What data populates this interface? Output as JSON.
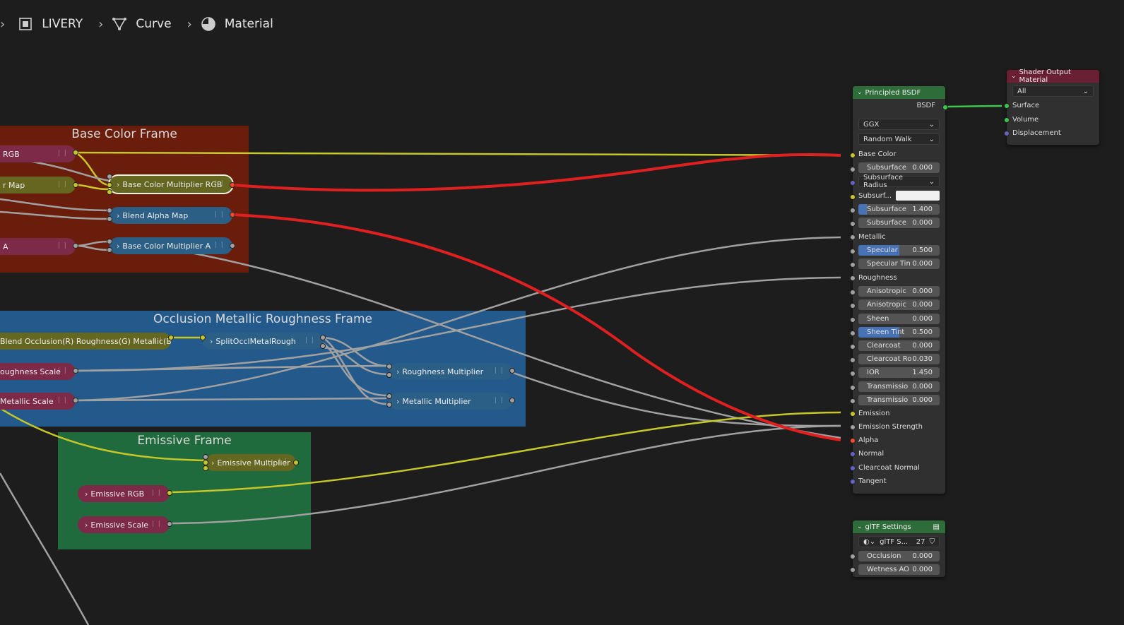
{
  "breadcrumb": {
    "items": [
      {
        "label": "LIVERY",
        "icon": "object-icon"
      },
      {
        "label": "Curve",
        "icon": "curve-icon"
      },
      {
        "label": "Material",
        "icon": "material-icon"
      }
    ]
  },
  "frames": {
    "base": {
      "title": "Base Color Frame"
    },
    "occlusion": {
      "title": "Occlusion Metallic Roughness Frame"
    },
    "emissive": {
      "title": "Emissive Frame"
    }
  },
  "groups": {
    "rgb": "RGB",
    "map": "r Map",
    "a": "A",
    "base_mult_rgb": "Base Color Multiplier RGB",
    "blend_alpha": "Blend Alpha Map",
    "base_mult_a": "Base Color Multiplier A",
    "orm_map": "Blend Occlusion(R) Roughness(G) Metallic(B) Map",
    "split_orm": "SplitOcclMetalRough",
    "roughness_scale": "oughness Scale",
    "metallic_scale": "Metallic Scale",
    "roughness_mult": "Roughness Multiplier",
    "metallic_mult": "Metallic Multiplier",
    "emissive_mult": "Emissive Multiplier",
    "emissive_rgb": "Emissive RGB",
    "emissive_scale": "Emissive Scale"
  },
  "principled": {
    "title": "Principled BSDF",
    "output": "BSDF",
    "distribution": "GGX",
    "subsurface_method": "Random Walk",
    "base_color": "Base Color",
    "subsurface": {
      "label": "Subsurface",
      "value": "0.000"
    },
    "subsurface_radius": "Subsurface Radius",
    "subsurface_color": "Subsurf...",
    "subsurface_ior": {
      "label": "Subsurface",
      "value": "1.400",
      "fill": 0.1
    },
    "subsurface_aniso": {
      "label": "Subsurface",
      "value": "0.000"
    },
    "metallic": "Metallic",
    "specular": {
      "label": "Specular",
      "value": "0.500",
      "fill": 0.5
    },
    "specular_tint": {
      "label": "Specular Tin",
      "value": "0.000"
    },
    "roughness": "Roughness",
    "anisotropic": {
      "label": "Anisotropic",
      "value": "0.000"
    },
    "anisotropic_rot": {
      "label": "Anisotropic",
      "value": "0.000"
    },
    "sheen": {
      "label": "Sheen",
      "value": "0.000"
    },
    "sheen_tint": {
      "label": "Sheen Tint",
      "value": "0.500",
      "fill": 0.5
    },
    "clearcoat": {
      "label": "Clearcoat",
      "value": "0.000"
    },
    "clearcoat_rough": {
      "label": "Clearcoat Ro",
      "value": "0.030"
    },
    "ior": {
      "label": "IOR",
      "value": "1.450"
    },
    "transmission": {
      "label": "Transmissio",
      "value": "0.000"
    },
    "transmission_rough": {
      "label": "Transmissio",
      "value": "0.000"
    },
    "emission": "Emission",
    "emission_strength": "Emission Strength",
    "alpha": "Alpha",
    "normal": "Normal",
    "clearcoat_normal": "Clearcoat Normal",
    "tangent": "Tangent"
  },
  "output_node": {
    "title": "Shader Output Material",
    "target": "All",
    "surface": "Surface",
    "volume": "Volume",
    "displacement": "Displacement"
  },
  "gltf": {
    "title": "glTF Settings",
    "group_name": "glTF S...",
    "users": "27",
    "occlusion": {
      "label": "Occlusion",
      "value": "0.000"
    },
    "wetness": {
      "label": "Wetness AO",
      "value": "0.000"
    }
  },
  "colors": {
    "background": "#1d1d1d",
    "selected_link": "#e02020",
    "color_link": "#c7c729",
    "float_link": "#a1a1a1",
    "shader_link": "#3cc74d"
  }
}
